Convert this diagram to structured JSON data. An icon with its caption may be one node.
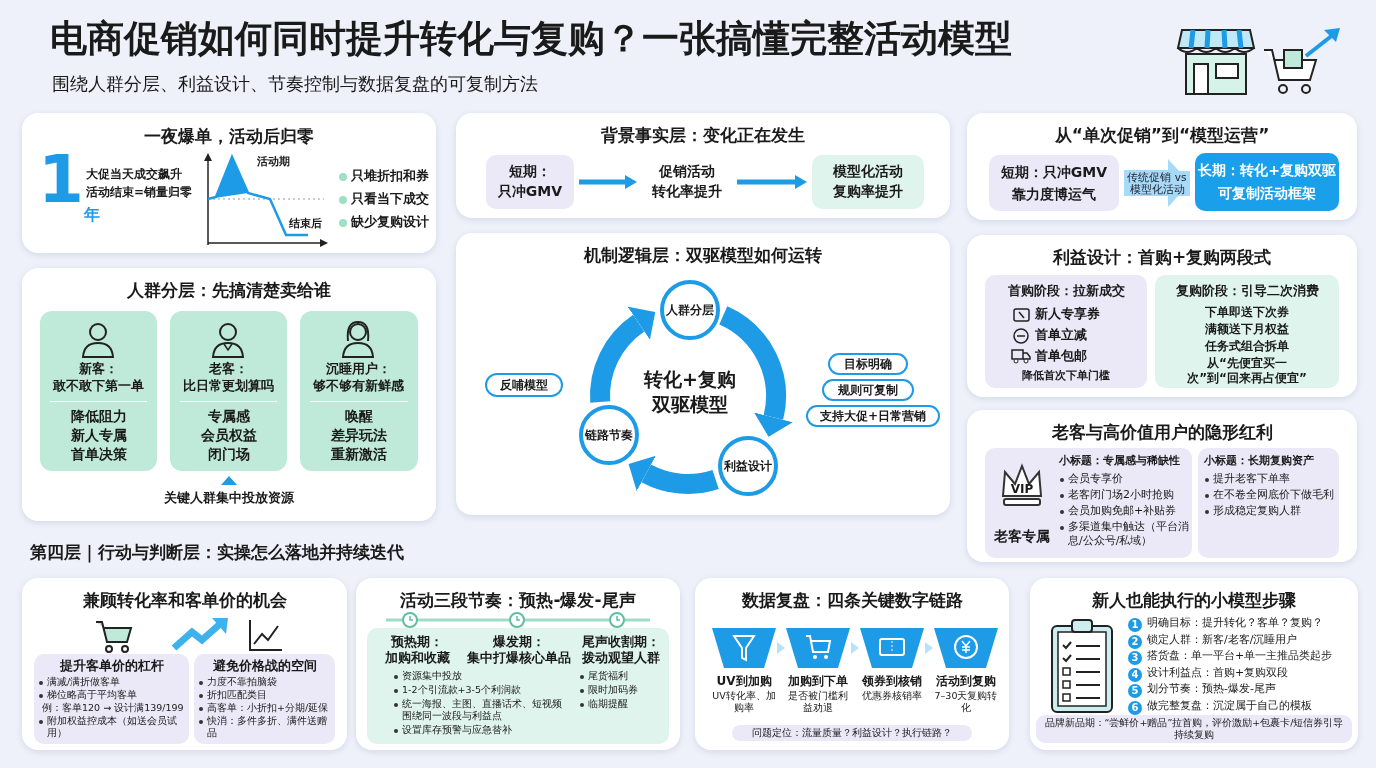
{
  "diagram": {
    "title": "电商促销如何同时提升转化与复购？一张搞懂完整活动模型",
    "nodes": [
      {
        "text": [
          "一夜爆单，活动后归零",
          "1",
          "年",
          "大促当天成交飙升",
          "活动结束=销量归零",
          "活动期",
          "结束后",
          "只堆折扣和券",
          "只看当下成交",
          "缺少复购设计"
        ]
      },
      {
        "text": [
          "人群分层：先搞清楚卖给谁",
          "关键人群集中投放资源"
        ]
      },
      {
        "text": [
          "新客：",
          "敢不敢下第一单",
          "降低阻力",
          "新人专属",
          "首单决策"
        ],
        "in": 1
      },
      {
        "text": [
          "老客：",
          "比日常更划算吗",
          "专属感",
          "会员权益",
          "闭门场"
        ],
        "in": 1
      },
      {
        "text": [
          "沉睡用户：",
          "够不够有新鲜感",
          "唤醒",
          "差异玩法",
          "重新激活"
        ],
        "in": 1
      },
      {
        "text": [
          "背景事实层：变化正在发生"
        ]
      },
      {
        "text": [
          "短期：",
          "只冲GMV"
        ],
        "in": 5
      },
      {
        "text": [
          "促销活动",
          "转化率提升"
        ],
        "in": 5
      },
      {
        "text": [
          "模型化活动",
          "复购率提升"
        ],
        "in": 5
      },
      {
        "text": [
          "机制逻辑层：双驱模型如何运转",
          "转化+复购",
          "双驱模型"
        ]
      },
      {
        "text": [
          "人群分层"
        ],
        "in": 9
      },
      {
        "text": [
          "利益设计"
        ],
        "in": 9
      },
      {
        "text": [
          "链路节奏"
        ],
        "in": 9
      },
      {
        "text": [
          "反哺模型"
        ],
        "in": 9
      },
      {
        "text": [
          "目标明确"
        ],
        "in": 9
      },
      {
        "text": [
          "规则可复制"
        ],
        "in": 9
      },
      {
        "text": [
          "支持大促+日常营销"
        ],
        "in": 9
      },
      {
        "text": [
          "从“单次促销”到“模型运营”"
        ]
      },
      {
        "text": [
          "短期：只冲GMV",
          "靠力度博运气"
        ],
        "in": 17
      },
      {
        "text": [
          "长期：转化+复购双驱",
          "可复制活动框架"
        ],
        "in": 17
      },
      {
        "text": [
          "利益设计：首购+复购两段式"
        ]
      },
      {
        "text": [
          "首购阶段：拉新成交",
          "新人专享券",
          "首单立减",
          "首单包邮",
          "降低首次下单门槛"
        ],
        "in": 20
      },
      {
        "text": [
          "复购阶段：引导二次消费",
          "下单即送下次券",
          "满额送下月权益",
          "任务式组合拆单",
          "从“先便宜买一次”到“回来再占便宜”"
        ],
        "in": 20
      },
      {
        "text": [
          "老客与高价值用户的隐形红利"
        ]
      },
      {
        "text": [
          "VIP",
          "老客专属",
          "小标题：专属感与稀缺性",
          "会员专享价",
          "老客闭门场2小时抢购",
          "会员加购免邮+补贴券",
          "多渠道集中触达（平台消息/公众号/私域）"
        ],
        "in": 23
      },
      {
        "text": [
          "小标题：长期复购资产",
          "提升老客下单率",
          "在不卷全网底价下做毛利",
          "形成稳定复购人群"
        ],
        "in": 23
      },
      {
        "text": [
          "兼顾转化率和客单价的机会"
        ]
      },
      {
        "text": [
          "提升客单价的杠杆",
          "满减/满折做客单",
          "梯位略高于平均客单",
          "例：客单120 → 设计满139/199",
          "附加权益控成本（如送会员试用）"
        ],
        "in": 26
      },
      {
        "text": [
          "避免价格战的空间",
          "力度不靠拍脑袋",
          "折扣匹配类目",
          "高客单：小折扣+分期/延保",
          "快消：多件多折、满件送赠品"
        ],
        "in": 26
      },
      {
        "text": [
          "活动三段节奏：预热-爆发-尾声"
        ]
      },
      {
        "text": [
          "预热期：",
          "加购和收藏",
          "爆发期：",
          "集中打爆核心单品",
          "尾声收割期：",
          "拨动观望人群",
          "资源集中投放",
          "1-2个引流款+3-5个利润款",
          "统一海报、主图、直播话术、短视频围绕同一波段与利益点",
          "设置库存预警与应急替补",
          "尾货福利",
          "限时加码券",
          "临期提醒"
        ],
        "in": 29
      },
      {
        "text": [
          "数据复盘：四条关键数字链路",
          "问题定位：流量质量？利益设计？执行链路？"
        ]
      },
      {
        "text": [
          "UV到加购",
          "UV转化率、加购率"
        ],
        "in": 31
      },
      {
        "text": [
          "加购到下单",
          "是否被门槛利益劝退"
        ],
        "in": 31
      },
      {
        "text": [
          "领券到核销",
          "优惠券核销率"
        ],
        "in": 31
      },
      {
        "text": [
          "活动到复购",
          "7–30天复购转化"
        ],
        "in": 31
      },
      {
        "text": [
          "新人也能执行的小模型步骤",
          "1",
          "明确目标：提升转化？客单？复购？",
          "2",
          "锁定人群：新客/老客/沉睡用户",
          "3",
          "搭货盘：单一平台+单一主推品类起步",
          "4",
          "设计利益点：首购+复购双段",
          "5",
          "划分节奏：预热-爆发-尾声",
          "6",
          "做完整复盘：沉淀属于自己的模板",
          "品牌新品期：“尝鲜价+赠品”拉首购，评价激励+包裹卡/短信券引导持续复购"
        ]
      }
    ],
    "edges": [
      {
        "from": 6,
        "to": 7,
        "arrow": "to"
      },
      {
        "from": 7,
        "to": 8,
        "arrow": "to"
      },
      {
        "from": 10,
        "to": 11,
        "arrow": "to",
        "style": "thick"
      },
      {
        "from": 11,
        "to": 12,
        "arrow": "to",
        "style": "thick"
      },
      {
        "from": 12,
        "to": 10,
        "arrow": "to",
        "style": "thick"
      },
      {
        "from": 18,
        "to": 19,
        "arrow": "to",
        "label": "传统促销 vs 模型化活动",
        "style": "thick",
        "color": "#a6daf7"
      },
      {
        "from": 32,
        "to": 33,
        "arrow": "to",
        "color": "#b8e2f8"
      },
      {
        "from": 33,
        "to": 34,
        "arrow": "to",
        "color": "#b8e2f8"
      },
      {
        "from": 34,
        "to": 35,
        "arrow": "to",
        "color": "#b8e2f8"
      }
    ],
    "labels": [
      "围绕人群分层、利益设计、节奏控制与数据复盘的可复制方法",
      "第四层｜行动与判断层：实操怎么落地并持续迭代"
    ]
  }
}
